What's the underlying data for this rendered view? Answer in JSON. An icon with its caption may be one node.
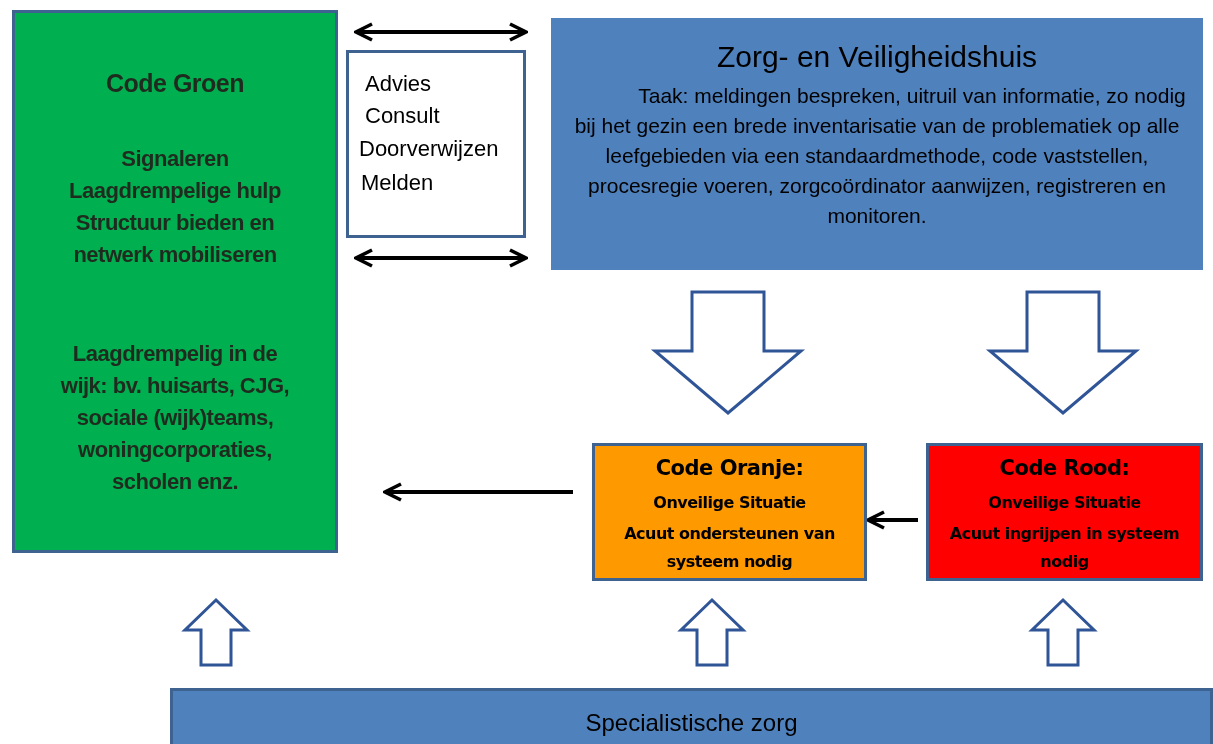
{
  "diagram": {
    "nodes": [
      {
        "text": [
          "Code Groen",
          "Signaleren",
          "Laagdrempelige hulp",
          "Structuur bieden en netwerk mobiliseren",
          "Laagdrempelig in de wijk: bv. huisarts, CJG, sociale (wijk)teams, woningcorporaties, scholen enz."
        ]
      },
      {
        "text": [
          "Advies",
          "Consult",
          "Doorverwijzen",
          "Melden"
        ]
      },
      {
        "text": [
          "Zorg- en Veiligheidshuis",
          "Taak: meldingen bespreken, uitruil van informatie, zo nodig bij het gezin een brede inventarisatie van de problematiek op alle leefgebieden via een standaardmethode, code vaststellen,   procesregie voeren, zorgcoördinator aanwijzen, registreren en monitoren."
        ]
      },
      {
        "text": [
          "Code Oranje:",
          "Onveilige Situatie",
          "Acuut  ondersteunen van systeem nodig"
        ]
      },
      {
        "text": [
          "Code Rood:",
          "Onveilige Situatie",
          "Acuut ingrijpen in systeem nodig"
        ]
      },
      {
        "text": [
          "Specialistische zorg"
        ]
      }
    ],
    "edges": [
      {
        "from": 0,
        "to": 2,
        "arrow": "both"
      },
      {
        "from": 0,
        "to": 2,
        "arrow": "both"
      },
      {
        "from": 2,
        "to": 3,
        "arrow": "to",
        "style": "thick"
      },
      {
        "from": 2,
        "to": 4,
        "arrow": "to",
        "style": "thick"
      },
      {
        "from": 4,
        "to": 3,
        "arrow": "to"
      },
      {
        "from": 3,
        "to": 0,
        "arrow": "to"
      },
      {
        "from": 5,
        "to": 0,
        "arrow": "to",
        "style": "thick"
      },
      {
        "from": 5,
        "to": 3,
        "arrow": "to",
        "style": "thick"
      },
      {
        "from": 5,
        "to": 4,
        "arrow": "to",
        "style": "thick"
      }
    ]
  }
}
